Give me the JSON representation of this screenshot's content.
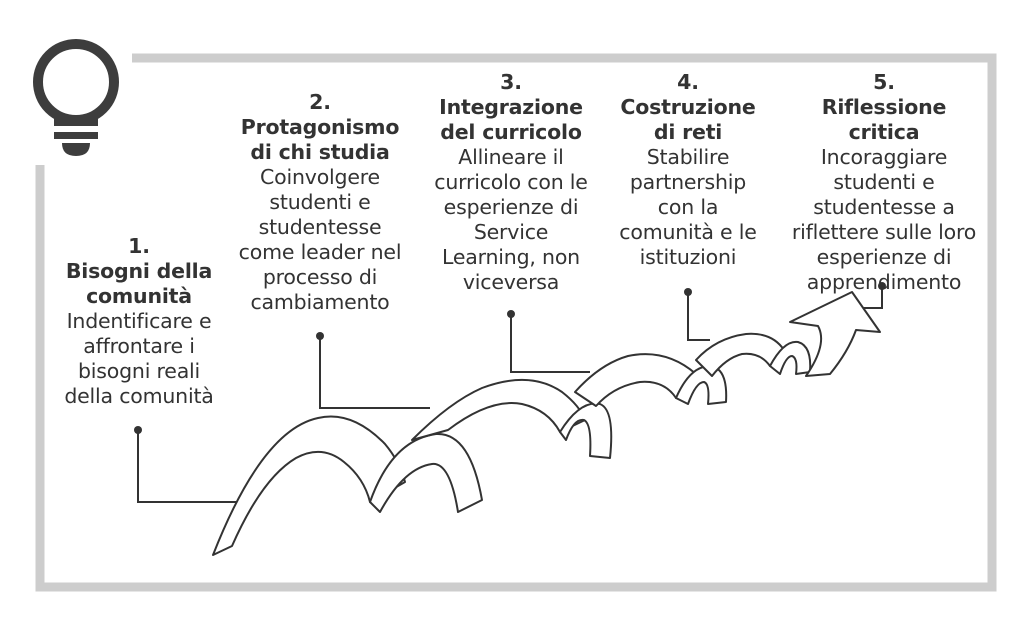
{
  "steps": [
    {
      "number": "1.",
      "title": "Bisogni della comunità",
      "description": "Indentificare e affrontare i bisogni reali della comunità"
    },
    {
      "number": "2.",
      "title": "Protagonismo di chi studia",
      "description": "Coinvolgere studenti e studentesse come leader nel processo di cambiamento"
    },
    {
      "number": "3.",
      "title": "Integrazione del curricolo",
      "description": "Allineare il curricolo con le esperienze di Service Learning, non viceversa"
    },
    {
      "number": "4.",
      "title": "Costruzione di reti",
      "description": "Stabilire partnership con la comunità e le istituzioni"
    },
    {
      "number": "5.",
      "title": "Riflessione critica",
      "description": "Incoraggiare studenti e studentesse a riflettere sulle loro esperienze di apprendimento"
    }
  ],
  "colors": {
    "frame": "#cdcdcd",
    "ink": "#333333",
    "bulb": "#3d3d3d",
    "ribbon_fill": "#ffffff"
  },
  "icons": [
    "lightbulb-icon",
    "arrow-up-icon"
  ]
}
